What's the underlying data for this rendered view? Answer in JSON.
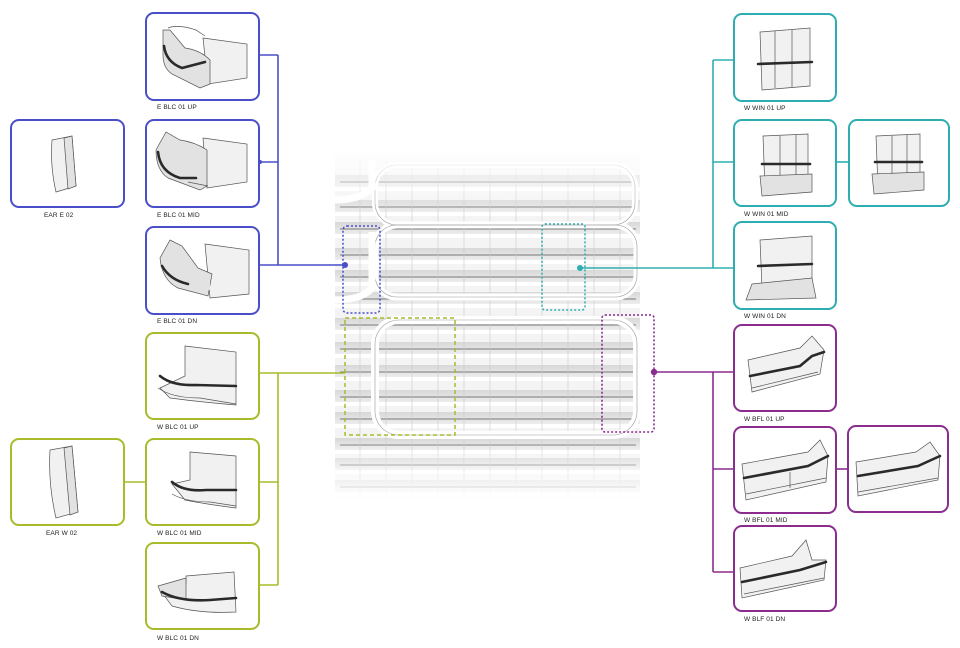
{
  "colors": {
    "east": "#4a4fc9",
    "west": "#a9bb2a",
    "win": "#2eadb0",
    "bfl": "#8a2d8f"
  },
  "components": {
    "e_blc_01_up": "E BLC 01 UP",
    "e_blc_01_mid": "E BLC 01 MID",
    "e_blc_01_dn": "E BLC 01 DN",
    "ear_e_02": "EAR E 02",
    "w_blc_01_up": "W BLC 01 UP",
    "w_blc_01_mid": "W BLC 01 MID",
    "w_blc_01_dn": "W BLC 01 DN",
    "ear_w_02": "EAR W 02",
    "w_win_01_up": "W WIN 01 UP",
    "w_win_01_mid": "W WIN 01 MID",
    "w_win_01_dn": "W WIN 01 DN",
    "w_bfl_01_up": "W BFL 01 UP",
    "w_bfl_01_mid": "W BFL 01 MID",
    "w_blf_01_dn": "W BLF 01 DN"
  }
}
